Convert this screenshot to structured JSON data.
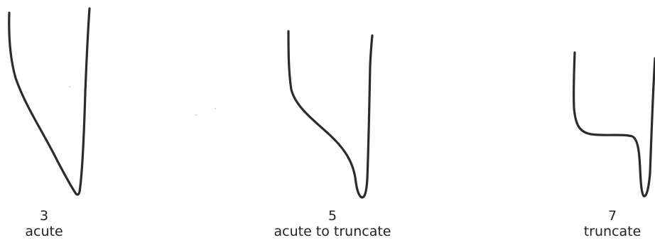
{
  "diagram": {
    "shapes": [
      {
        "number": "3",
        "label": "acute"
      },
      {
        "number": "5",
        "label": "acute to truncate"
      },
      {
        "number": "7",
        "label": "truncate"
      }
    ]
  }
}
